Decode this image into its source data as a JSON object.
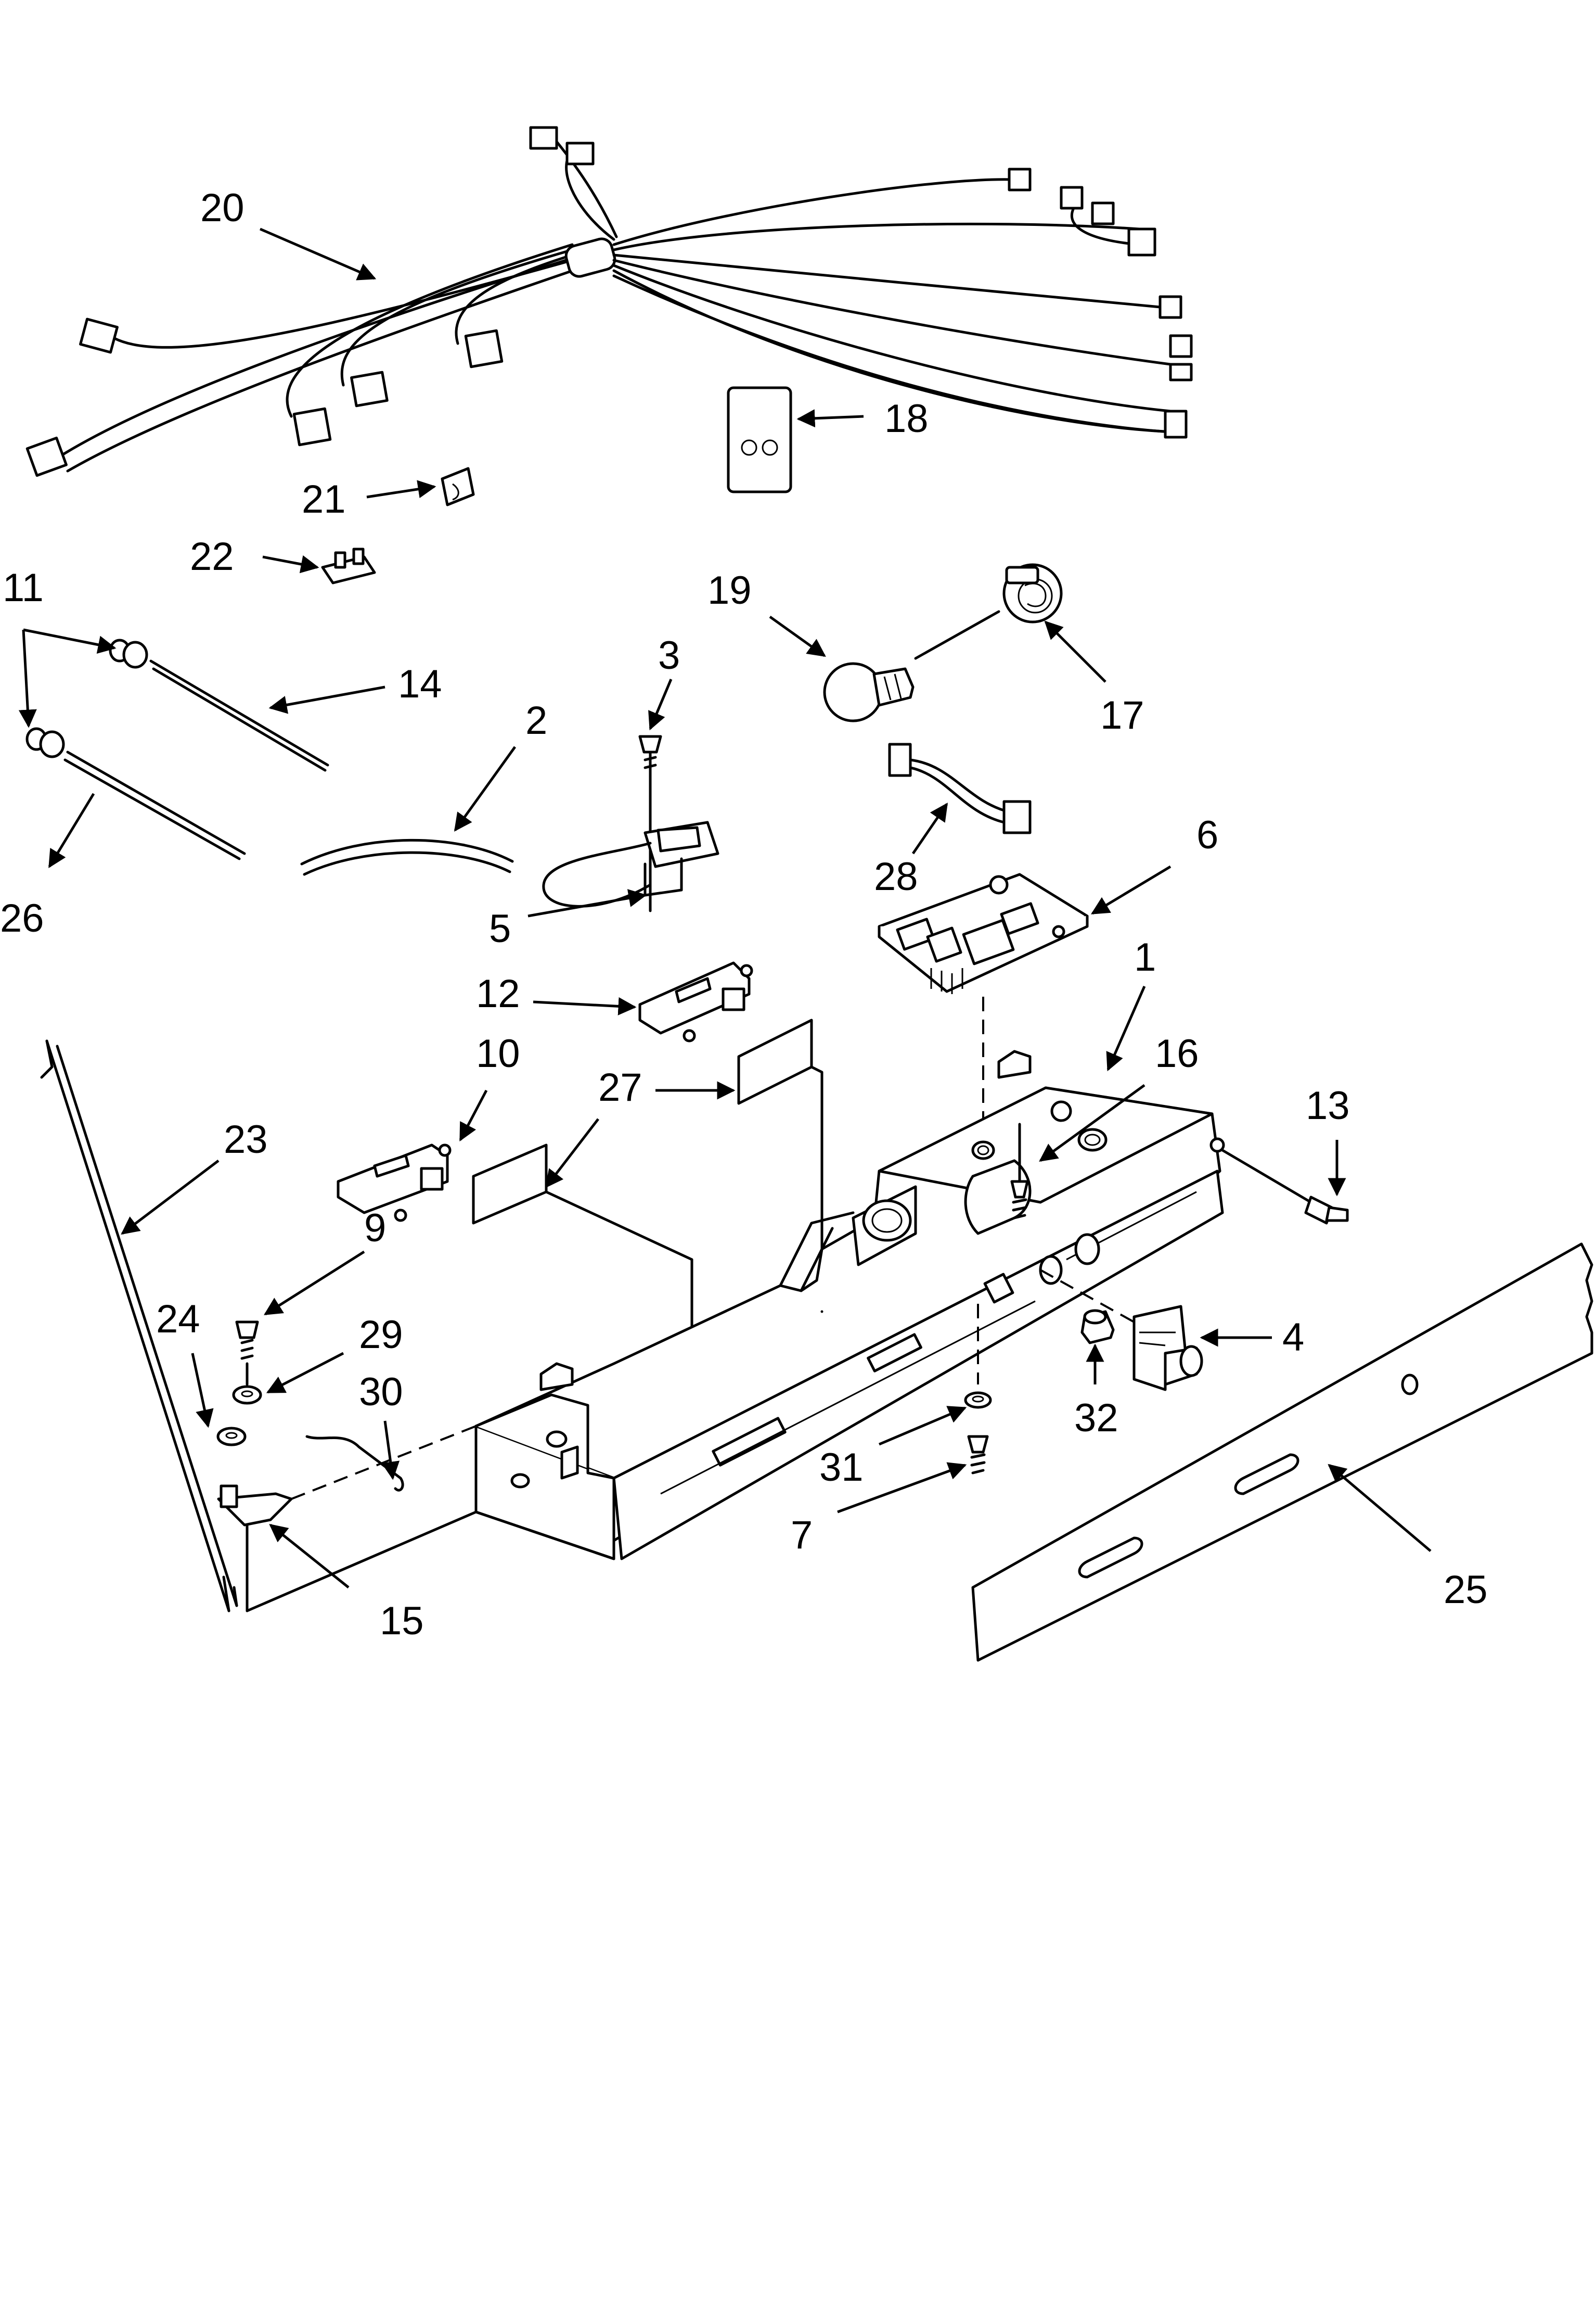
{
  "labels": [
    "1",
    "2",
    "3",
    "4",
    "5",
    "6",
    "7",
    "9",
    "10",
    "11",
    "12",
    "13",
    "14",
    "15",
    "16",
    "17",
    "18",
    "19",
    "20",
    "21",
    "22",
    "23",
    "24",
    "25",
    "26",
    "27",
    "28",
    "29",
    "30",
    "31",
    "32"
  ]
}
